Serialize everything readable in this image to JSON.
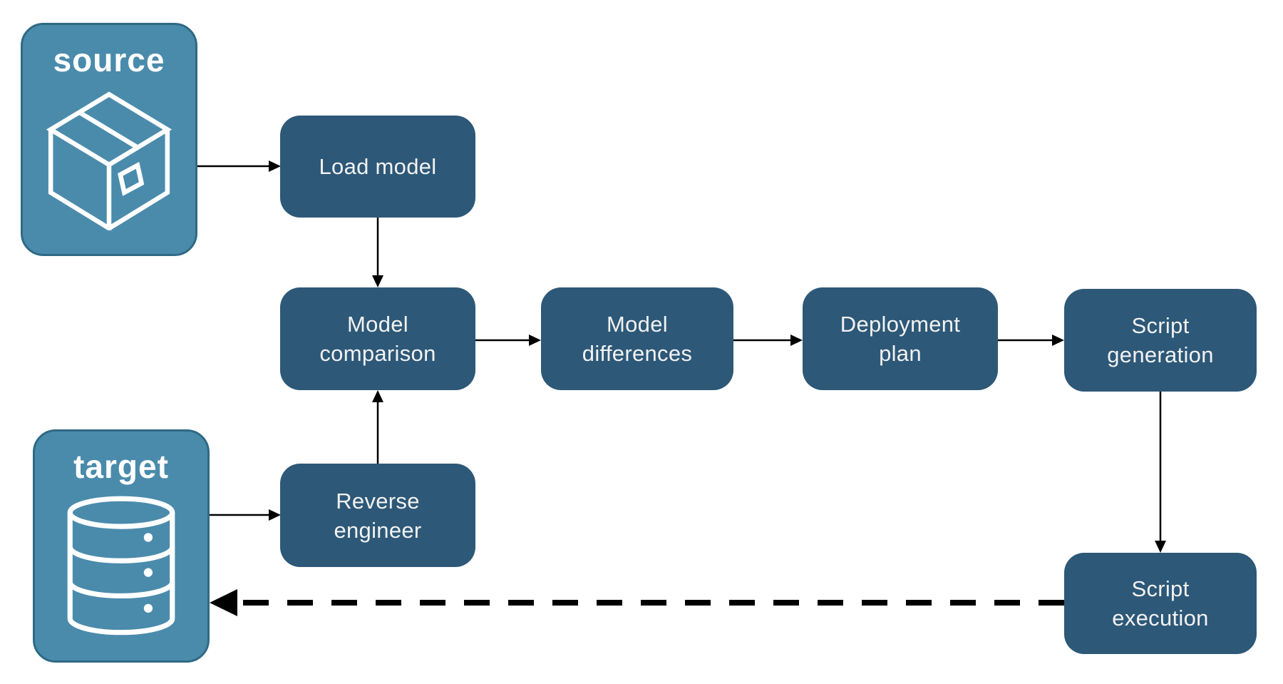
{
  "diagram": {
    "source": {
      "label": "source",
      "icon": "package-icon"
    },
    "target": {
      "label": "target",
      "icon": "database-icon"
    },
    "nodes": {
      "load_model": {
        "label": "Load model"
      },
      "model_comparison": {
        "label": "Model\ncomparison"
      },
      "model_differences": {
        "label": "Model\ndifferences"
      },
      "deployment_plan": {
        "label": "Deployment\nplan"
      },
      "script_generation": {
        "label": "Script\ngeneration"
      },
      "reverse_engineer": {
        "label": "Reverse\nengineer"
      },
      "script_execution": {
        "label": "Script\nexecution"
      }
    },
    "edges": [
      {
        "from": "source",
        "to": "load_model",
        "style": "solid"
      },
      {
        "from": "load_model",
        "to": "model_comparison",
        "style": "solid"
      },
      {
        "from": "model_comparison",
        "to": "model_differences",
        "style": "solid"
      },
      {
        "from": "model_differences",
        "to": "deployment_plan",
        "style": "solid"
      },
      {
        "from": "deployment_plan",
        "to": "script_generation",
        "style": "solid"
      },
      {
        "from": "script_generation",
        "to": "script_execution",
        "style": "solid"
      },
      {
        "from": "target",
        "to": "reverse_engineer",
        "style": "solid"
      },
      {
        "from": "reverse_engineer",
        "to": "model_comparison",
        "style": "solid"
      },
      {
        "from": "script_execution",
        "to": "target",
        "style": "dashed"
      }
    ]
  },
  "colors": {
    "node_fill": "#2D5878",
    "node_text": "#F2F2F2",
    "container_fill": "#4A8BAC",
    "container_border": "#2F6A85",
    "container_text": "#FFFFFF",
    "arrow_color": "#000000",
    "background": "#FFFFFF"
  }
}
